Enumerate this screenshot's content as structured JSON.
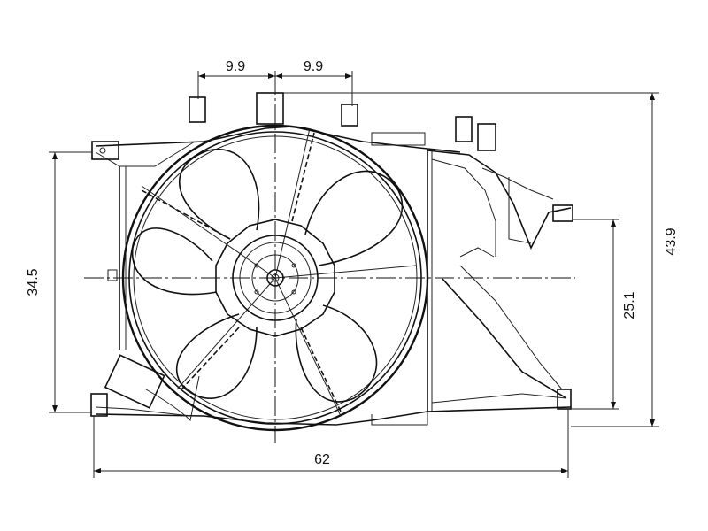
{
  "dimensions": {
    "top_left": "9.9",
    "top_right": "9.9",
    "left_height": "34.5",
    "right_inner_height": "25.1",
    "right_outer_height": "43.9",
    "bottom_width": "62"
  },
  "fan": {
    "blade_count": 5
  }
}
